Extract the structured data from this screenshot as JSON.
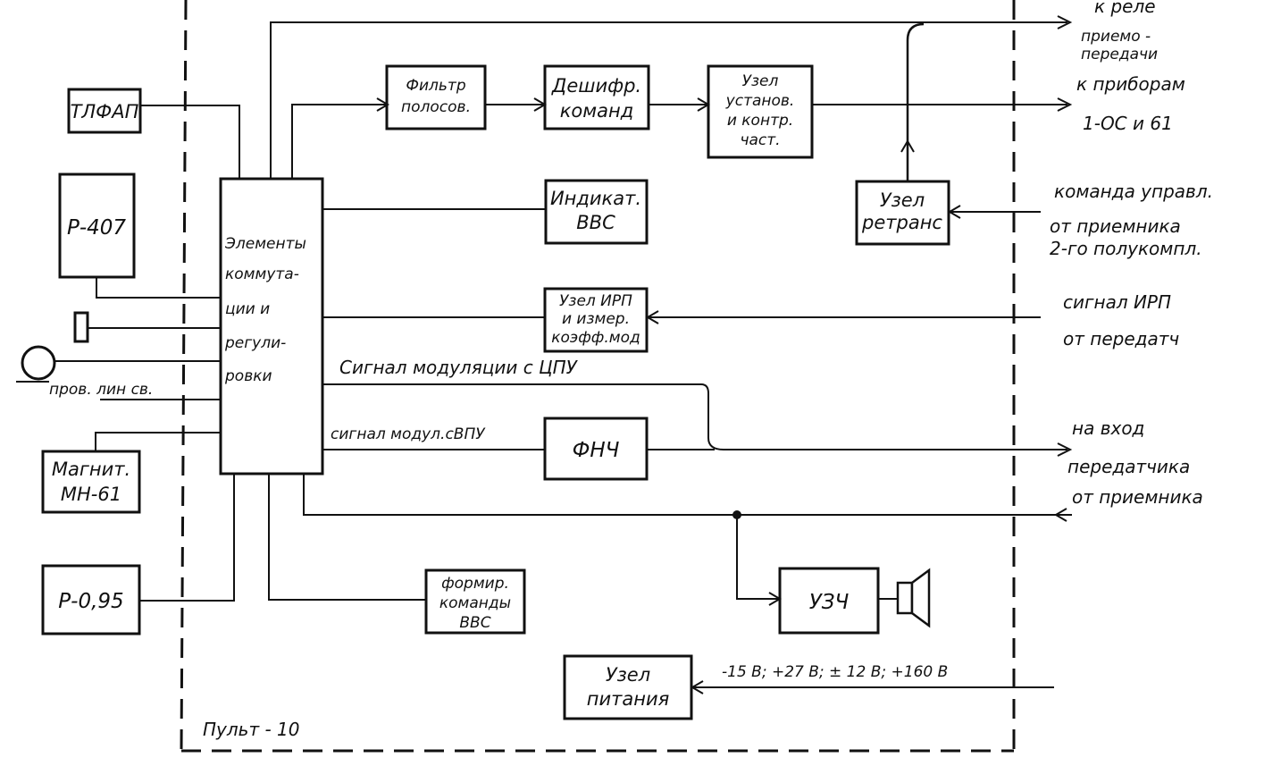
{
  "blocks": {
    "tlfap": "ТЛФАП",
    "r407": "Р-407",
    "magnit_line1": "Магнит.",
    "magnit_line2": "МН-61",
    "r095": "Р-0,95",
    "elements_lines": [
      "Элементы",
      "коммута-",
      "ции  и",
      "регули-",
      "ровки"
    ],
    "filter_lines": [
      "Фильтр",
      "полосов."
    ],
    "decoder_lines": [
      "Дешифр.",
      "команд"
    ],
    "freq_node_lines": [
      "Узел",
      "установ.",
      "и контр.",
      "част."
    ],
    "indicator_lines": [
      "Индикат.",
      "ВВС"
    ],
    "relay_node_lines": [
      "Узел",
      "ретранс"
    ],
    "irp_lines": [
      "Узел ИРП",
      "и измер.",
      "коэфф.мод"
    ],
    "fnch": "ФНЧ",
    "cmd_former_lines": [
      "формир.",
      "команды",
      "ВВС"
    ],
    "uzch": "УЗЧ",
    "power_lines": [
      "Узел",
      "питания"
    ],
    "panel": "Пульт - 10"
  },
  "labels": {
    "to_relay_lines": [
      "к реле",
      "приемо -",
      "передачи"
    ],
    "to_devices_lines": [
      "к приборам",
      "1-ОС и 61"
    ],
    "control_cmd_lines": [
      "команда управл.",
      "от приемника",
      "2-го полукомпл."
    ],
    "irp_signal_lines": [
      "сигнал ИРП",
      "от передатч"
    ],
    "to_transmitter_lines": [
      "на вход",
      "передатчика"
    ],
    "from_receiver": "от приемника",
    "modulation_cpu": "Сигнал модуляции с ЦПУ",
    "modulation_vpu": "сигнал модул.сВПУ",
    "wire_line": "пров. лин св.",
    "power_voltages": "-15 В;  +27 В;  ± 12 В;  +160 В"
  }
}
